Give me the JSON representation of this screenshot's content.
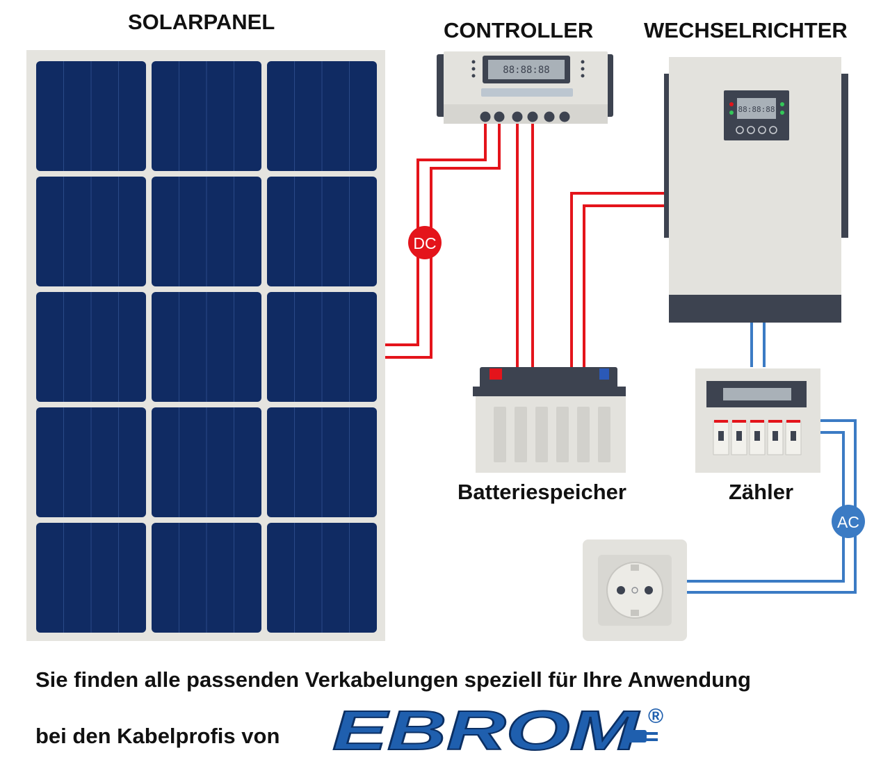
{
  "components": {
    "solar_panel": "SOLARPANEL",
    "controller": "CONTROLLER",
    "inverter": "WECHSELRICHTER",
    "battery": "Batteriespeicher",
    "meter": "Zähler"
  },
  "badges": {
    "dc": "DC",
    "ac": "AC"
  },
  "displays": {
    "controller_lcd": "88:88:88",
    "inverter_lcd": "88:88:88"
  },
  "footer": {
    "line1": "Sie finden alle passenden Verkabelungen speziell für Ihre Anwendung",
    "line2": "bei den Kabelprofis von"
  },
  "brand": {
    "name": "EBROM",
    "registered": "®"
  },
  "colors": {
    "dc_wire": "#e4141b",
    "ac_wire": "#3b7bc4",
    "panel_cell": "#102b63",
    "panel_frame": "#e5e4df",
    "device_body": "#e3e2dd",
    "device_dark": "#3d4350",
    "brand_blue": "#1f5fae"
  }
}
